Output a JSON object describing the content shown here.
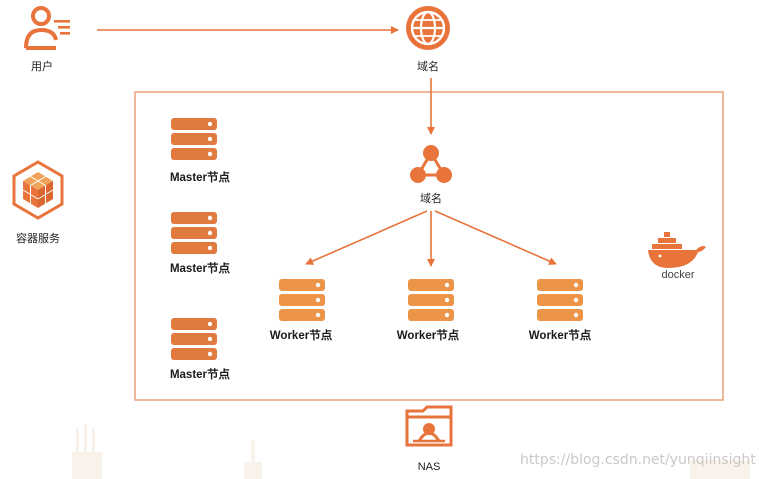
{
  "colors": {
    "orange": "#e8743b",
    "orange_light": "#f0a25a",
    "server_dark": "#e07a3f",
    "server_mid": "#ec9548",
    "box_border": "#eba07a",
    "ghost": "#f5e9dc"
  },
  "nodes": {
    "user": {
      "label": "用户",
      "icon": "user-icon"
    },
    "domain_top": {
      "label": "域名",
      "icon": "globe-icon"
    },
    "container_service": {
      "label": "容器服务",
      "icon": "container-cube-icon"
    },
    "domain_lb": {
      "label": "域名",
      "icon": "load-balancer-icon"
    },
    "docker": {
      "label": "docker",
      "icon": "docker-whale-icon"
    },
    "nas": {
      "label": "NAS",
      "icon": "nas-folder-icon"
    },
    "masters": [
      {
        "label": "Master节点"
      },
      {
        "label": "Master节点"
      },
      {
        "label": "Master节点"
      }
    ],
    "workers": [
      {
        "label": "Worker节点"
      },
      {
        "label": "Worker节点"
      },
      {
        "label": "Worker节点"
      }
    ]
  },
  "watermark": "https://blog.csdn.net/yunqiinsight"
}
